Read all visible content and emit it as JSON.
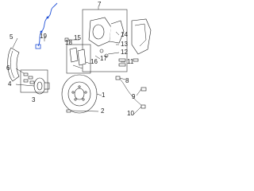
{
  "callouts": {
    "c1": "1",
    "c2": "2",
    "c3": "3",
    "c4": "4",
    "c5": "5",
    "c6": "6",
    "c7": "7",
    "c8": "8",
    "c9": "9",
    "c10": "10",
    "c11": "11",
    "c12": "12",
    "c13": "13",
    "c14": "14",
    "c15": "15",
    "c16": "16",
    "c17": "17",
    "c18": "18",
    "c19": "19"
  },
  "colors": {
    "highlight": "#1f4fd6",
    "line": "#222222"
  }
}
